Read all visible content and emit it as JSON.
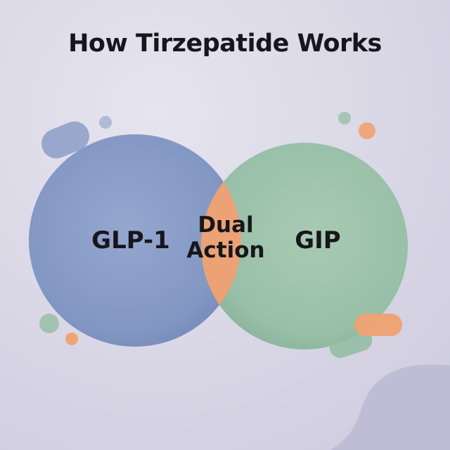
{
  "title": "How Tirzepatide Works",
  "sets": {
    "left": {
      "label": "GLP-1",
      "color": "#7f95c2"
    },
    "right": {
      "label": "GIP",
      "color": "#8fbc9f"
    },
    "overlap": {
      "line1": "Dual",
      "line2": "Action",
      "color": "#f0a172"
    }
  },
  "colors": {
    "background": "#d8d6e4",
    "text": "#16161c",
    "accent_orange": "#f0a172",
    "accent_green": "#8fbc9f",
    "accent_blue": "#7f95c2"
  }
}
